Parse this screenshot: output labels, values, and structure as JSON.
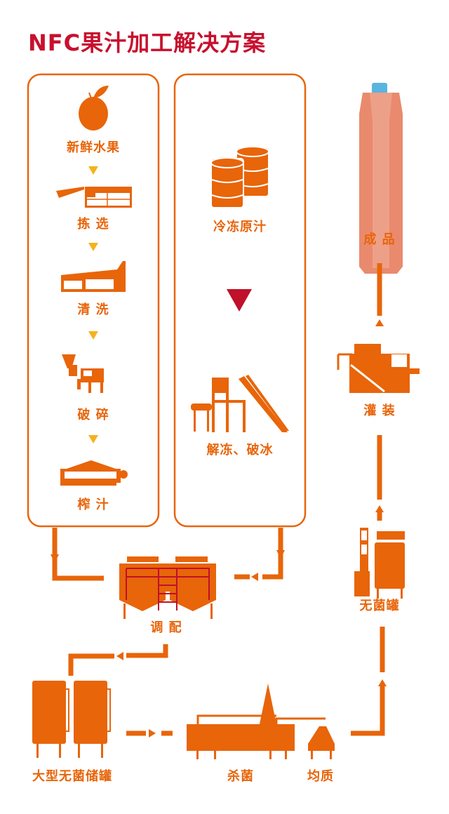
{
  "title": "NFC果汁加工解决方案",
  "colors": {
    "primary": "#e8650a",
    "title": "#c8102e",
    "step_arrow": "#f5b21c",
    "main_arrow": "#c0102a",
    "carton": "#e98a6e",
    "cap": "#5ab4e0"
  },
  "left_column": {
    "steps": [
      "新鲜水果",
      "拣 选",
      "清 洗",
      "破 碎",
      "榨 汁"
    ]
  },
  "middle_column": {
    "steps": [
      "冷冻原汁",
      "解冻、破冰"
    ]
  },
  "process": {
    "blending": "调 配",
    "storage": "大型无菌储罐",
    "sterilization": "杀菌",
    "homogenization": "均质",
    "aseptic_tank": "无菌罐",
    "filling": "灌 装",
    "product": "成 品"
  }
}
